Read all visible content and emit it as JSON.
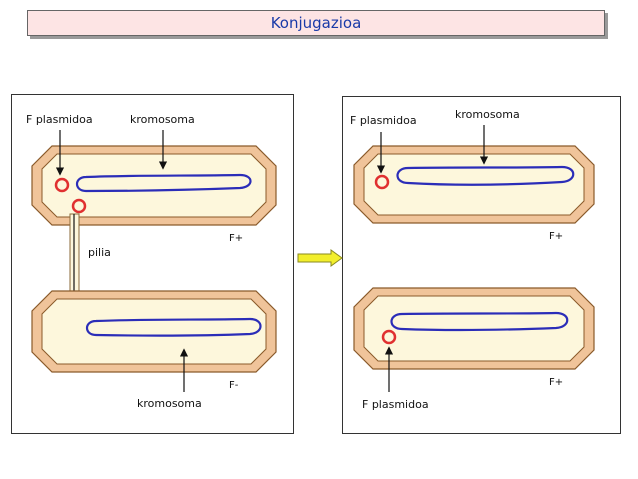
{
  "title": "Konjugazioa",
  "left_panel": {
    "label_plasmid": "F plasmidoa",
    "label_chromosome_top": "kromosoma",
    "label_pilus": "pilia",
    "label_chromosome_bottom": "kromosoma",
    "top_cell_type": "F+",
    "bottom_cell_type": "F-"
  },
  "right_panel": {
    "label_plasmid_top": "F plasmidoa",
    "label_chromosome": "kromosoma",
    "label_plasmid_bottom": "F plasmidoa",
    "top_cell_type": "F+",
    "bottom_cell_type": "F+"
  },
  "colors": {
    "title_bg": "#fde4e4",
    "title_text": "#1a3aa8",
    "cell_wall": "#f0c49a",
    "cell_interior": "#fdf7dc",
    "chromosome": "#2b2db8",
    "plasmid": "#e03030",
    "process_arrow": "#f2ee2c"
  },
  "icons": {
    "process_arrow": "arrow-right-icon"
  }
}
